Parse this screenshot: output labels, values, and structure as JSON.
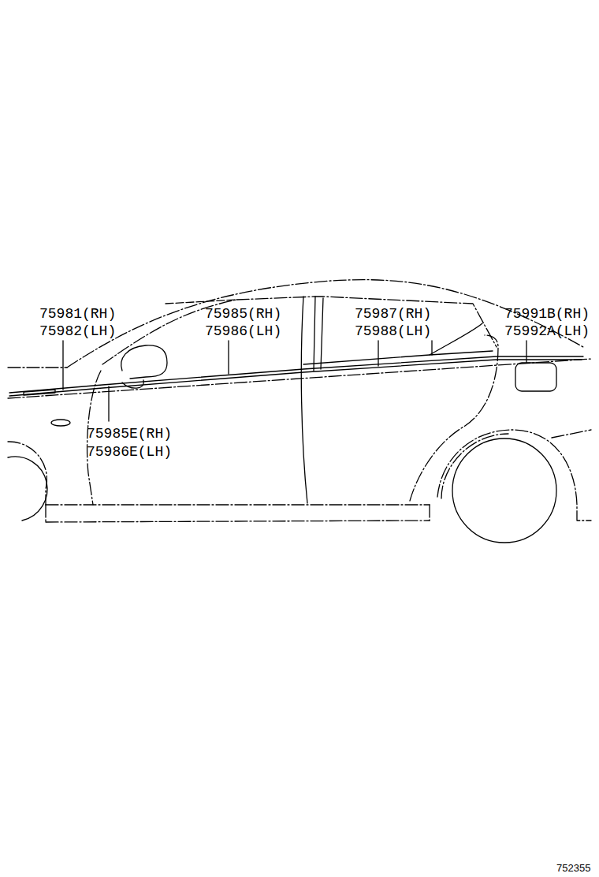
{
  "diagram": {
    "labels": [
      "75981(RH)",
      "75982(LH)",
      "75985(RH)",
      "75986(LH)",
      "75987(RH)",
      "75988(LH)",
      "75991B(RH)",
      "75992A(LH)",
      "75985E(RH)",
      "75986E(LH)",
      "752355"
    ]
  }
}
